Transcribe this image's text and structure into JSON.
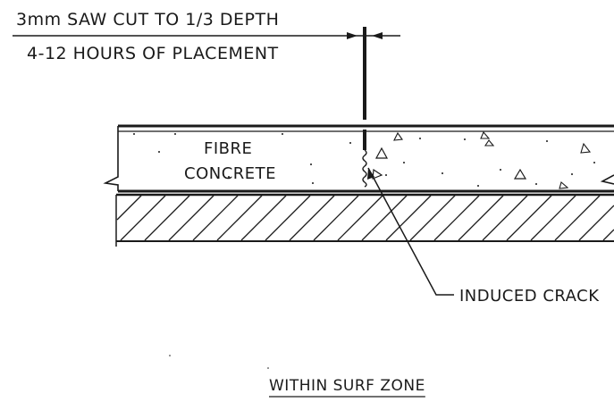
{
  "labels": {
    "saw_cut": "3mm SAW CUT TO 1/3 DEPTH",
    "placement_time": "4-12 HOURS OF PLACEMENT",
    "material_line1": "FIBRE",
    "material_line2": "CONCRETE",
    "crack": "INDUCED CRACK",
    "title": "WITHIN SURF ZONE"
  },
  "colors": {
    "ink": "#1a1a1a",
    "paper": "#ffffff"
  }
}
